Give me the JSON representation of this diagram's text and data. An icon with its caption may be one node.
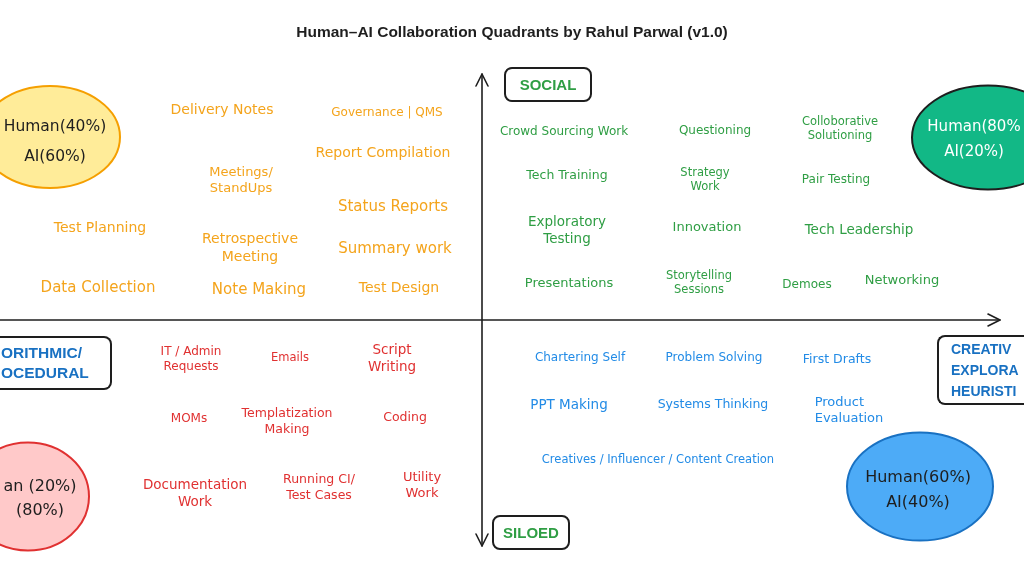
{
  "diagram": {
    "title": "Human–AI Collaboration Quadrants by Rahul Parwal (v1.0)",
    "nodes": [
      {
        "text": [
          "SOCIAL"
        ]
      },
      {
        "text": [
          "Human(40%) AI(60%)"
        ]
      },
      {
        "text": [
          "Human(80% AI(20%)"
        ]
      },
      {
        "text": [
          "ORITHMIC/ OCEDURAL"
        ]
      },
      {
        "text": [
          "CREATIV EXPLORA HEURISTI"
        ]
      },
      {
        "text": [
          "an (20%) (80%)"
        ]
      },
      {
        "text": [
          "Human(60%) AI(40%)"
        ]
      },
      {
        "text": [
          "SILOED"
        ]
      }
    ],
    "labels": [
      "Delivery Notes",
      "Governance | QMS",
      "Report Compilation",
      "Meetings/ StandUps",
      "Status Reports",
      "Test Planning",
      "Retrospective Meeting",
      "Summary work",
      "Data Collection",
      "Note Making",
      "Test Design",
      "Crowd Sourcing Work",
      "Questioning",
      "Colloborative Solutioning",
      "Tech Training",
      "Strategy Work",
      "Pair Testing",
      "Exploratory Testing",
      "Innovation",
      "Tech Leadership",
      "Presentations",
      "Storytelling Sessions",
      "Demoes",
      "Networking",
      "IT / Admin Requests",
      "Emails",
      "Script Writing",
      "MOMs",
      "Templatization Making",
      "Coding",
      "Documentation Work",
      "Running CI/ Test Cases",
      "Utility Work",
      "Chartering Self",
      "Problem Solving",
      "First Drafts",
      "PPT Making",
      "Systems Thinking",
      "Product Evaluation",
      "Creatives / Influencer / Content Creation"
    ]
  }
}
